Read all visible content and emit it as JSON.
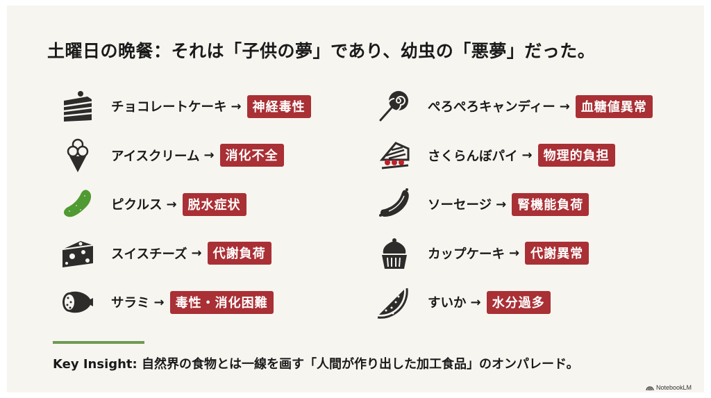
{
  "title": "土曜日の晩餐：それは「子供の夢」であり、幼虫の「悪夢」だった。",
  "colors": {
    "background": "#f7f5f0",
    "badge": "#a93035",
    "accent_line": "#6e9a52",
    "icon": "#2e2b2b",
    "pickle": "#4f9a32",
    "cherry": "#c0202b"
  },
  "left_items": [
    {
      "icon": "cake-slice-icon",
      "food": "チョコレートケーキ",
      "arrow": "→",
      "effect": "神経毒性"
    },
    {
      "icon": "ice-cream-cone-icon",
      "food": "アイスクリーム",
      "arrow": "→",
      "effect": "消化不全"
    },
    {
      "icon": "pickle-icon",
      "food": "ピクルス",
      "arrow": "→",
      "effect": "脱水症状"
    },
    {
      "icon": "swiss-cheese-icon",
      "food": "スイスチーズ",
      "arrow": "→",
      "effect": "代謝負荷"
    },
    {
      "icon": "salami-icon",
      "food": "サラミ",
      "arrow": "→",
      "effect": "毒性・消化困難"
    }
  ],
  "right_items": [
    {
      "icon": "lollipop-icon",
      "food": "ぺろぺろキャンディー",
      "arrow": "→",
      "effect": "血糖値異常"
    },
    {
      "icon": "cherry-pie-icon",
      "food": "さくらんぼパイ",
      "arrow": "→",
      "effect": "物理的負担"
    },
    {
      "icon": "sausage-icon",
      "food": "ソーセージ",
      "arrow": "→",
      "effect": "腎機能負荷"
    },
    {
      "icon": "cupcake-icon",
      "food": "カップケーキ",
      "arrow": "→",
      "effect": "代謝異常"
    },
    {
      "icon": "watermelon-icon",
      "food": "すいか",
      "arrow": "→",
      "effect": "水分過多"
    }
  ],
  "insight": "Key Insight: 自然界の食物とは一線を画す「人間が作り出した加工食品」のオンパレード。",
  "brand": "NotebookLM"
}
